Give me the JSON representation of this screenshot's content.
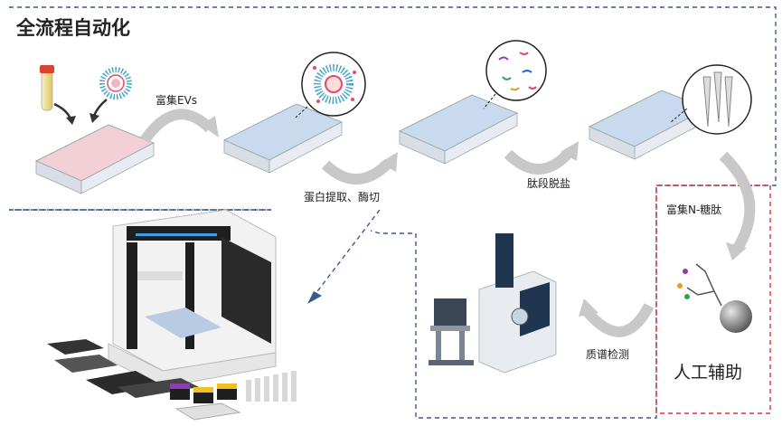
{
  "title": "全流程自动化",
  "steps": {
    "enrich_evs": "富集EVs",
    "digest": "蛋白提取、酶切",
    "desalt": "肽段脱盐",
    "enrich_glyco": "富集N-糖肽",
    "ms": "质谱检测"
  },
  "manual_label": "人工辅助",
  "colors": {
    "auto_border": "#3a5a8c",
    "manual_border": "#e03030",
    "plate_blue": "#c9d9ee",
    "plate_pink": "#f3cfd6",
    "arrow_grey": "#c8c8c8"
  }
}
